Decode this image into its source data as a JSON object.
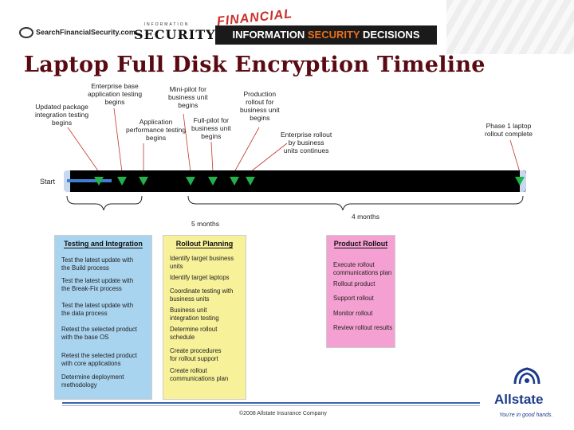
{
  "header": {
    "site_name": "SearchFinancialSecurity.com",
    "security_small": "INFORMATION",
    "security_big": "SECURITY",
    "financial": "FINANCIAL",
    "banner_prefix": "INFORMATION ",
    "banner_highlight": "SECURITY",
    "banner_suffix": " DECISIONS"
  },
  "title": "Laptop Full Disk Encryption Timeline",
  "timeline": {
    "start_label": "Start",
    "durations": [
      "5 months",
      "4 months"
    ],
    "milestones": [
      "Updated package\nintegration testing\nbegins",
      "Enterprise base\napplication testing\nbegins",
      "Application\nperformance testing\nbegins",
      "Mini-pilot for\nbusiness unit\nbegins",
      "Full-pilot for\nbusiness unit\nbegins",
      "Production\nrollout for\nbusiness unit\nbegins",
      "Enterprise rollout\nby business\nunits continues",
      "Phase 1 laptop\nrollout complete"
    ]
  },
  "boxes": {
    "testing": {
      "title": "Testing and Integration",
      "items": [
        "Test the latest update with\nthe Build process",
        "Test the latest update with\nthe Break-Fix process",
        "Test the latest update with\nthe data process",
        "Retest the selected product\nwith the base OS",
        "Retest the selected product\nwith core applications",
        "Determine deployment\nmethodology"
      ]
    },
    "planning": {
      "title": "Rollout Planning",
      "items": [
        "Identify target business\nunits",
        "Identify target laptops",
        "Coordinate testing with\nbusiness units",
        "Business unit\nintegration testing",
        "Determine rollout\nschedule",
        "Create procedures\nfor rollout support",
        "Create rollout\ncommunications plan"
      ]
    },
    "rollout": {
      "title": "Product Rollout",
      "items": [
        "Execute rollout\ncommunications plan",
        "Rollout product",
        "Support rollout",
        "Monitor rollout",
        "Review rollout results"
      ]
    }
  },
  "footer": {
    "copyright": "©2008 Allstate Insurance Company",
    "brand": "Allstate",
    "tagline": "You're in good hands."
  },
  "colors": {
    "title": "#5a0a12",
    "marker": "#22b14c",
    "testing_box": "#a9d4f0",
    "planning_box": "#f7f199",
    "rollout_box": "#f5a0d2",
    "brand": "#1b3a8a"
  }
}
